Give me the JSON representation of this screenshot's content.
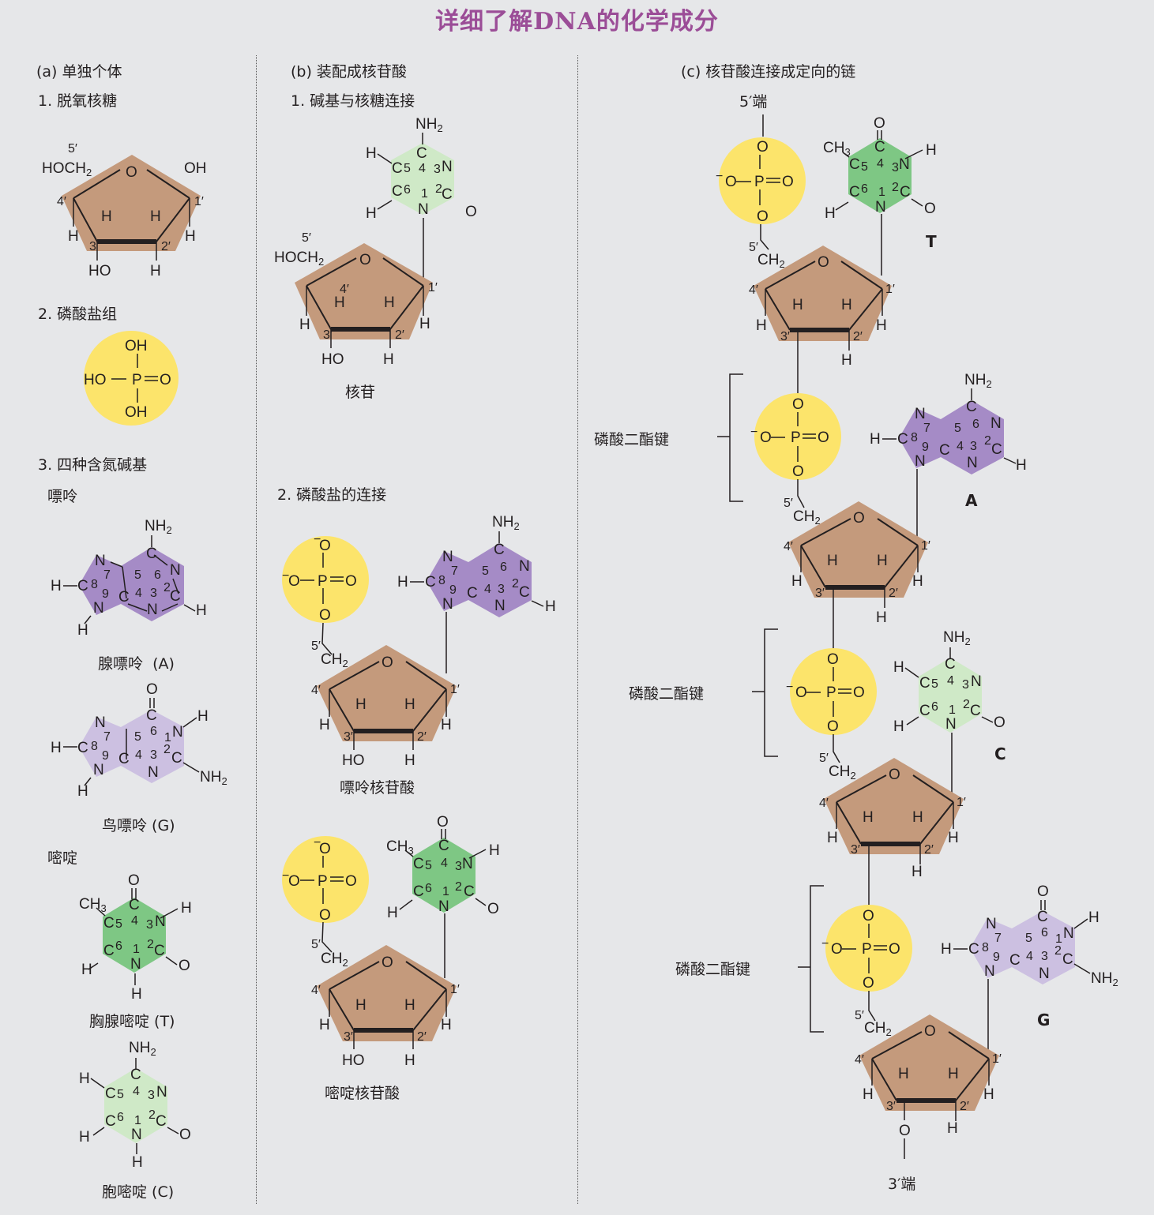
{
  "title": "详细了解DNA的化学成分",
  "colors": {
    "title": "#9b4d97",
    "background": "#e6e7e9",
    "sugar": "#c49a7c",
    "phosphate": "#fce46b",
    "adenine": "#a58bc6",
    "guanine": "#ccc0e1",
    "thymine": "#7ec784",
    "cytosine": "#cfe9c7"
  },
  "panel_a": {
    "heading": "(a) 单独个体",
    "item1": "1. 脱氧核糖",
    "item2": "2. 磷酸盐组",
    "item3": "3. 四种含氮碱基",
    "purine": "嘌呤",
    "adenine": "腺嘌呤",
    "adenine_code": "(A)",
    "guanine": "鸟嘌呤 (G)",
    "pyrimidine": "嘧啶",
    "thymine": "胸腺嘧啶 (T)",
    "cytosine": "胞嘧啶 (C)"
  },
  "panel_b": {
    "heading": "(b) 装配成核苷酸",
    "item1": "1. 碱基与核糖连接",
    "nucleoside": "核苷",
    "item2": "2. 磷酸盐的连接",
    "purine_nucleotide": "嘌呤核苷酸",
    "pyrimidine_nucleotide": "嘧啶核苷酸"
  },
  "panel_c": {
    "heading": "(c) 核苷酸连接成定向的链",
    "five_end": "5′端",
    "three_end": "3′端",
    "bond1": "磷酸二酯键",
    "bond2": "磷酸二酯键",
    "bond3": "磷酸二酯键",
    "base_T": "T",
    "base_A": "A",
    "base_C": "C",
    "base_G": "G"
  }
}
